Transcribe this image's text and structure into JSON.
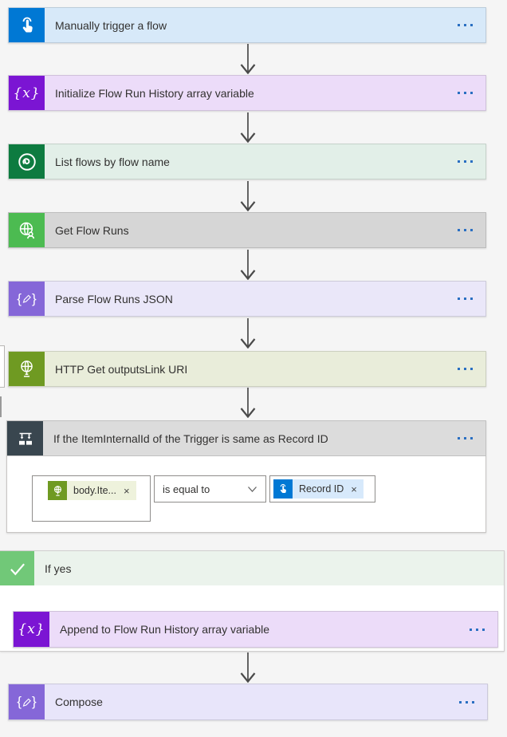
{
  "canvas": {
    "background": "#f5f5f5"
  },
  "cards": {
    "trigger": {
      "label": "Manually trigger a flow",
      "icon": "touch-icon",
      "icon_color": "#0078d4",
      "bg": "#d7e9f9"
    },
    "init_variable": {
      "label": "Initialize Flow Run History array variable",
      "icon": "variable-icon",
      "icon_color": "#7b15d3",
      "bg": "#ecdcf9"
    },
    "list_flows": {
      "label": "List flows by flow name",
      "icon": "flow-swirl-icon",
      "icon_color": "#0d7b40",
      "bg": "#e2efe8"
    },
    "get_flow_runs": {
      "label": "Get Flow Runs",
      "icon": "globe-person-icon",
      "icon_color": "#4cbb51",
      "bg": "#d6d6d6"
    },
    "parse_json": {
      "label": "Parse Flow Runs JSON",
      "icon": "braces-pencil-icon",
      "icon_color": "#8567d8",
      "bg": "#eae7f9"
    },
    "http_get": {
      "label": "HTTP Get outputsLink URI",
      "icon": "globe-stand-icon",
      "icon_color": "#6f9a22",
      "bg": "#e9edda"
    }
  },
  "condition": {
    "title": "If the ItemInternalId of the Trigger is same as Record ID",
    "icon": "condition-branch-icon",
    "icon_color": "#39464f",
    "header_bg": "#dcdcdc",
    "left_token": "body.Ite...",
    "operator": "is equal to",
    "right_token": "Record ID",
    "remove_glyph": "×"
  },
  "branch_yes": {
    "label": "If yes",
    "icon": "check-icon",
    "icon_color": "#71c878",
    "header_bg": "#ebf3ec",
    "append": {
      "label": "Append to Flow Run History array variable",
      "icon": "variable-icon",
      "icon_color": "#7b15d3",
      "bg": "#ecdcf8"
    }
  },
  "compose": {
    "label": "Compose",
    "icon": "braces-pencil-icon",
    "icon_color": "#8567d8",
    "bg": "#e8e5fa"
  },
  "icons": {
    "variable_glyph": "{x}",
    "brace_open": "{",
    "brace_close": "}"
  },
  "ui": {
    "ellipsis_color": "#2a6fc2",
    "arrow_color": "#4a4a4a"
  }
}
